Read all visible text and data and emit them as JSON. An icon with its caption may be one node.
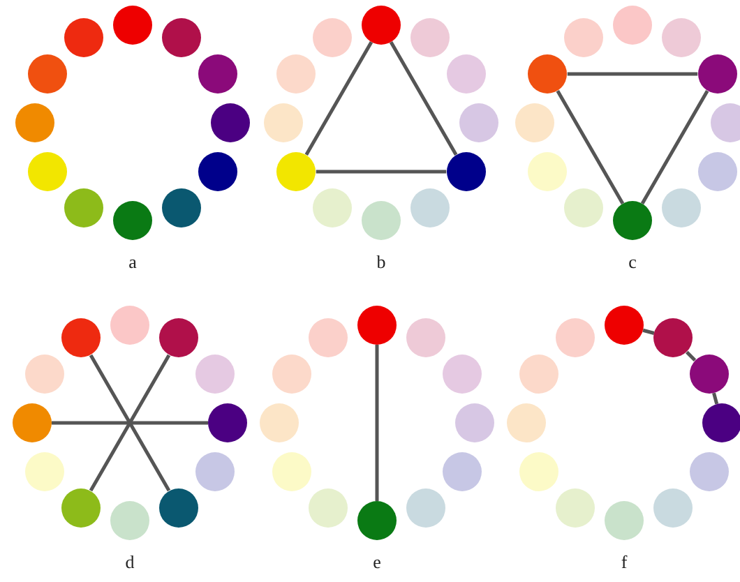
{
  "diagram": {
    "nodes": [
      {
        "text": [],
        "shape": "circle"
      },
      {
        "text": [],
        "shape": "circle"
      },
      {
        "text": [],
        "shape": "circle"
      },
      {
        "text": [],
        "shape": "circle"
      },
      {
        "text": [],
        "shape": "circle"
      },
      {
        "text": [],
        "shape": "circle"
      },
      {
        "text": [],
        "shape": "circle"
      },
      {
        "text": [],
        "shape": "circle"
      },
      {
        "text": [],
        "shape": "circle"
      },
      {
        "text": [],
        "shape": "circle"
      },
      {
        "text": [],
        "shape": "circle"
      },
      {
        "text": [],
        "shape": "circle"
      },
      {
        "text": [],
        "shape": "circle"
      },
      {
        "text": [],
        "shape": "circle"
      },
      {
        "text": [],
        "shape": "circle"
      },
      {
        "text": [],
        "shape": "circle"
      },
      {
        "text": [],
        "shape": "circle"
      },
      {
        "text": [],
        "shape": "circle"
      },
      {
        "text": [],
        "shape": "circle"
      },
      {
        "text": [],
        "shape": "circle"
      },
      {
        "text": [],
        "shape": "circle"
      },
      {
        "text": [],
        "shape": "circle"
      },
      {
        "text": [],
        "shape": "circle"
      },
      {
        "text": [],
        "shape": "circle"
      },
      {
        "text": [],
        "shape": "circle"
      },
      {
        "text": [],
        "shape": "circle"
      },
      {
        "text": [],
        "shape": "circle"
      },
      {
        "text": [],
        "shape": "circle"
      },
      {
        "text": [],
        "shape": "circle"
      },
      {
        "text": [],
        "shape": "circle"
      },
      {
        "text": [],
        "shape": "circle"
      },
      {
        "text": [],
        "shape": "circle"
      },
      {
        "text": [],
        "shape": "circle"
      },
      {
        "text": [],
        "shape": "circle"
      },
      {
        "text": [],
        "shape": "circle"
      },
      {
        "text": [],
        "shape": "circle"
      },
      {
        "text": [],
        "shape": "circle"
      },
      {
        "text": [],
        "shape": "circle"
      },
      {
        "text": [],
        "shape": "circle"
      },
      {
        "text": [],
        "shape": "circle"
      },
      {
        "text": [],
        "shape": "circle"
      },
      {
        "text": [],
        "shape": "circle"
      },
      {
        "text": [],
        "shape": "circle"
      },
      {
        "text": [],
        "shape": "circle"
      },
      {
        "text": [],
        "shape": "circle"
      },
      {
        "text": [],
        "shape": "circle"
      },
      {
        "text": [],
        "shape": "circle"
      },
      {
        "text": [],
        "shape": "circle"
      },
      {
        "text": [],
        "shape": "circle"
      },
      {
        "text": [],
        "shape": "circle"
      },
      {
        "text": [],
        "shape": "circle"
      },
      {
        "text": [],
        "shape": "circle"
      },
      {
        "text": [],
        "shape": "circle"
      },
      {
        "text": [],
        "shape": "circle"
      },
      {
        "text": [],
        "shape": "circle"
      },
      {
        "text": [],
        "shape": "circle"
      },
      {
        "text": [],
        "shape": "circle"
      },
      {
        "text": [],
        "shape": "circle"
      },
      {
        "text": [],
        "shape": "circle"
      },
      {
        "text": [],
        "shape": "circle"
      },
      {
        "text": [],
        "shape": "circle"
      },
      {
        "text": [],
        "shape": "circle"
      },
      {
        "text": [],
        "shape": "circle"
      },
      {
        "text": [],
        "shape": "circle"
      },
      {
        "text": [],
        "shape": "circle"
      },
      {
        "text": [],
        "shape": "circle"
      },
      {
        "text": [],
        "shape": "circle"
      },
      {
        "text": [],
        "shape": "circle"
      },
      {
        "text": [],
        "shape": "circle"
      },
      {
        "text": [],
        "shape": "circle"
      },
      {
        "text": [],
        "shape": "circle"
      },
      {
        "text": [],
        "shape": "circle"
      }
    ],
    "edges": [
      {
        "from": 12,
        "to": 16,
        "arrow": "none"
      },
      {
        "from": 16,
        "to": 20,
        "arrow": "none"
      },
      {
        "from": 20,
        "to": 12,
        "arrow": "none"
      },
      {
        "from": 34,
        "to": 26,
        "arrow": "none"
      },
      {
        "from": 26,
        "to": 30,
        "arrow": "none"
      },
      {
        "from": 30,
        "to": 34,
        "arrow": "none"
      },
      {
        "from": 47,
        "to": 41,
        "arrow": "none"
      },
      {
        "from": 37,
        "to": 43,
        "arrow": "none"
      },
      {
        "from": 45,
        "to": 39,
        "arrow": "none"
      },
      {
        "from": 48,
        "to": 54,
        "arrow": "none"
      },
      {
        "from": 60,
        "to": 61,
        "arrow": "none"
      },
      {
        "from": 61,
        "to": 62,
        "arrow": "none"
      },
      {
        "from": 62,
        "to": 63,
        "arrow": "none"
      }
    ],
    "labels": [
      "a",
      "b",
      "c",
      "d",
      "e",
      "f"
    ]
  }
}
